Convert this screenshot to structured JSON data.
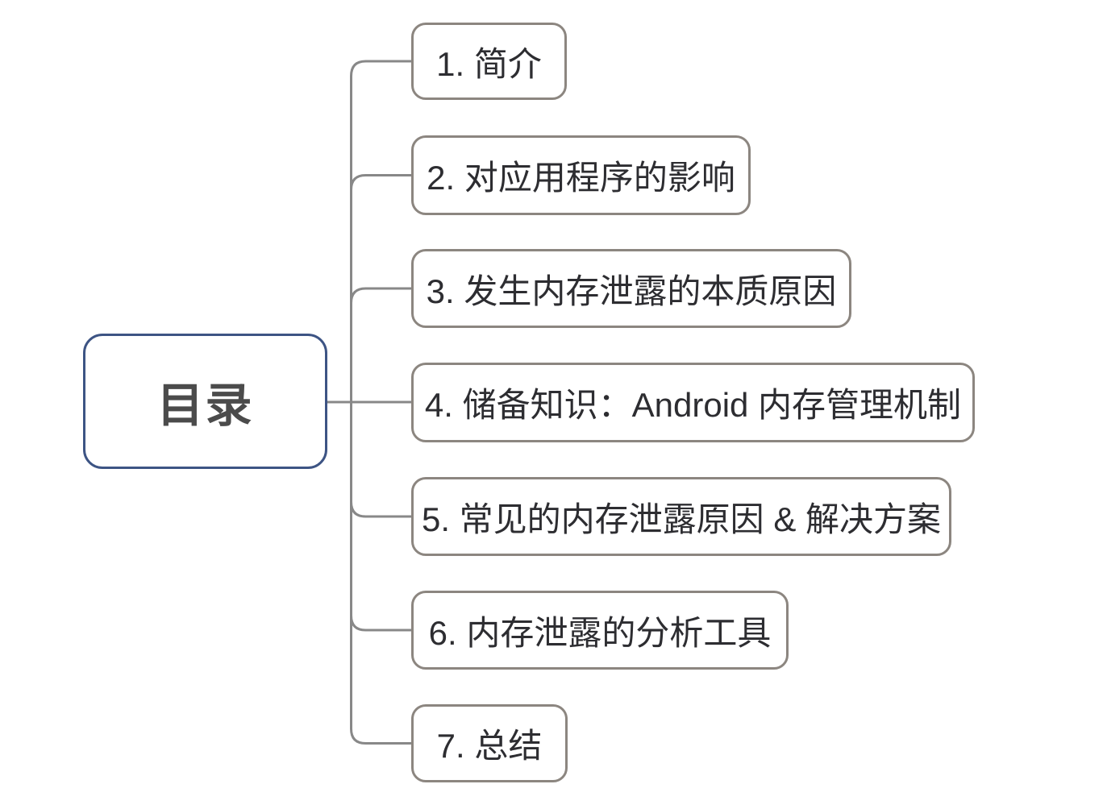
{
  "mindmap": {
    "root": {
      "label": "目录"
    },
    "branches": [
      {
        "label": "1. 简介"
      },
      {
        "label": "2. 对应用程序的影响"
      },
      {
        "label": "3. 发生内存泄露的本质原因"
      },
      {
        "label": "4. 储备知识：Android 内存管理机制"
      },
      {
        "label": "5. 常见的内存泄露原因 & 解决方案"
      },
      {
        "label": "6. 内存泄露的分析工具"
      },
      {
        "label": "7. 总结"
      }
    ],
    "colors": {
      "root_border": "#3D5484",
      "branch_border": "#8C8680",
      "connector": "#888888",
      "root_text": "#4B4B4B",
      "branch_text": "#2D2D31",
      "background": "#FFFFFF"
    }
  }
}
